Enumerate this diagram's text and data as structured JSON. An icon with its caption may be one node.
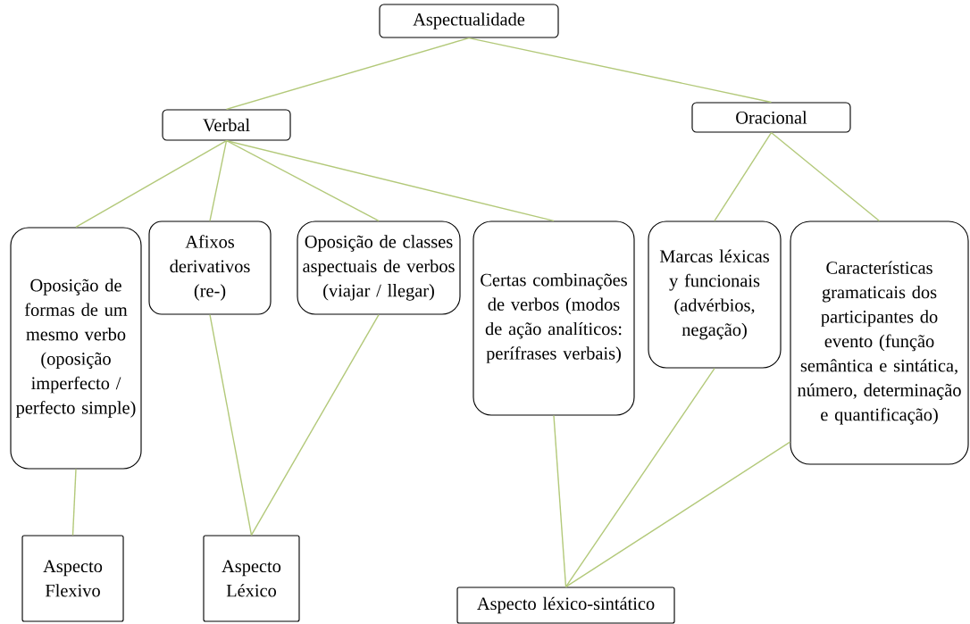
{
  "diagram": {
    "nodes": [
      {
        "text": [
          "Aspectualidade"
        ]
      },
      {
        "text": [
          "Verbal"
        ]
      },
      {
        "text": [
          "Oracional"
        ]
      },
      {
        "text": [
          "Oposição de formas de um mesmo verbo (oposição imperfecto / perfecto simple)"
        ]
      },
      {
        "text": [
          "Afixos derivativos (re-)"
        ]
      },
      {
        "text": [
          "Oposição de classes aspectuais de verbos (viajar / llegar)"
        ]
      },
      {
        "text": [
          "Certas combinações de verbos (modos de ação analíticos: perífrases verbais)"
        ]
      },
      {
        "text": [
          "Marcas léxicas y funcionais (advérbios, negação)"
        ]
      },
      {
        "text": [
          "Características gramaticais dos participantes do evento (função semântica e sintática, número, determinação e quantificação)"
        ]
      },
      {
        "text": [
          "Aspecto Flexivo"
        ]
      },
      {
        "text": [
          "Aspecto Léxico"
        ]
      },
      {
        "text": [
          "Aspecto léxico-sintático"
        ]
      }
    ],
    "edges": [
      {
        "from": 0,
        "to": 1,
        "arrow": "none"
      },
      {
        "from": 0,
        "to": 2,
        "arrow": "none"
      },
      {
        "from": 1,
        "to": 3,
        "arrow": "none"
      },
      {
        "from": 1,
        "to": 4,
        "arrow": "none"
      },
      {
        "from": 1,
        "to": 5,
        "arrow": "none"
      },
      {
        "from": 1,
        "to": 6,
        "arrow": "none"
      },
      {
        "from": 2,
        "to": 7,
        "arrow": "none"
      },
      {
        "from": 2,
        "to": 8,
        "arrow": "none"
      },
      {
        "from": 3,
        "to": 9,
        "arrow": "none"
      },
      {
        "from": 4,
        "to": 10,
        "arrow": "none"
      },
      {
        "from": 5,
        "to": 10,
        "arrow": "none"
      },
      {
        "from": 6,
        "to": 11,
        "arrow": "none"
      },
      {
        "from": 7,
        "to": 11,
        "arrow": "none"
      },
      {
        "from": 8,
        "to": 11,
        "arrow": "none"
      }
    ]
  }
}
